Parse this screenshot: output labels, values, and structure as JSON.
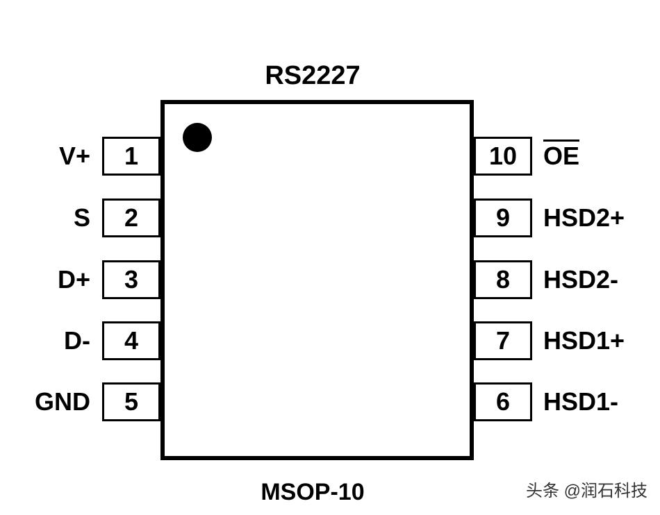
{
  "title": "RS2227",
  "package": "MSOP-10",
  "watermark": "头条 @润石科技",
  "pins_left": [
    {
      "number": "1",
      "label": "V+"
    },
    {
      "number": "2",
      "label": "S"
    },
    {
      "number": "3",
      "label": "D+"
    },
    {
      "number": "4",
      "label": "D-"
    },
    {
      "number": "5",
      "label": "GND"
    }
  ],
  "pins_right": [
    {
      "number": "10",
      "label": "OE"
    },
    {
      "number": "9",
      "label": "HSD2+"
    },
    {
      "number": "8",
      "label": "HSD2-"
    },
    {
      "number": "7",
      "label": "HSD1+"
    },
    {
      "number": "6",
      "label": "HSD1-"
    }
  ]
}
